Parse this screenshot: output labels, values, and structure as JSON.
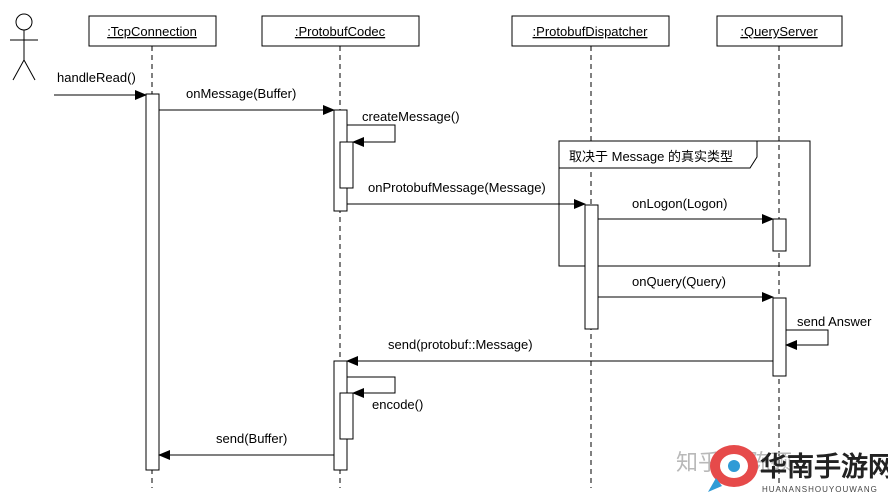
{
  "participants": {
    "actor": "",
    "tcp": ":TcpConnection",
    "codec": ":ProtobufCodec",
    "dispatcher": ":ProtobufDispatcher",
    "query": ":QueryServer"
  },
  "messages": {
    "handle_read": "handleRead()",
    "on_message": "onMessage(Buffer)",
    "create_message": "createMessage()",
    "on_protobuf_message": "onProtobufMessage(Message)",
    "on_logon": "onLogon(Logon)",
    "on_query": "onQuery(Query)",
    "send_answer": "send Answer",
    "send_protobuf": "send(protobuf::Message)",
    "encode": "encode()",
    "send_buffer": "send(Buffer)"
  },
  "fragment": {
    "label": "取决于 Message 的真实类型"
  },
  "watermark": {
    "text": "知乎 @陈硕",
    "logo_main": "华南手游网",
    "logo_sub": "HUANANSHOUYOUWANG"
  }
}
